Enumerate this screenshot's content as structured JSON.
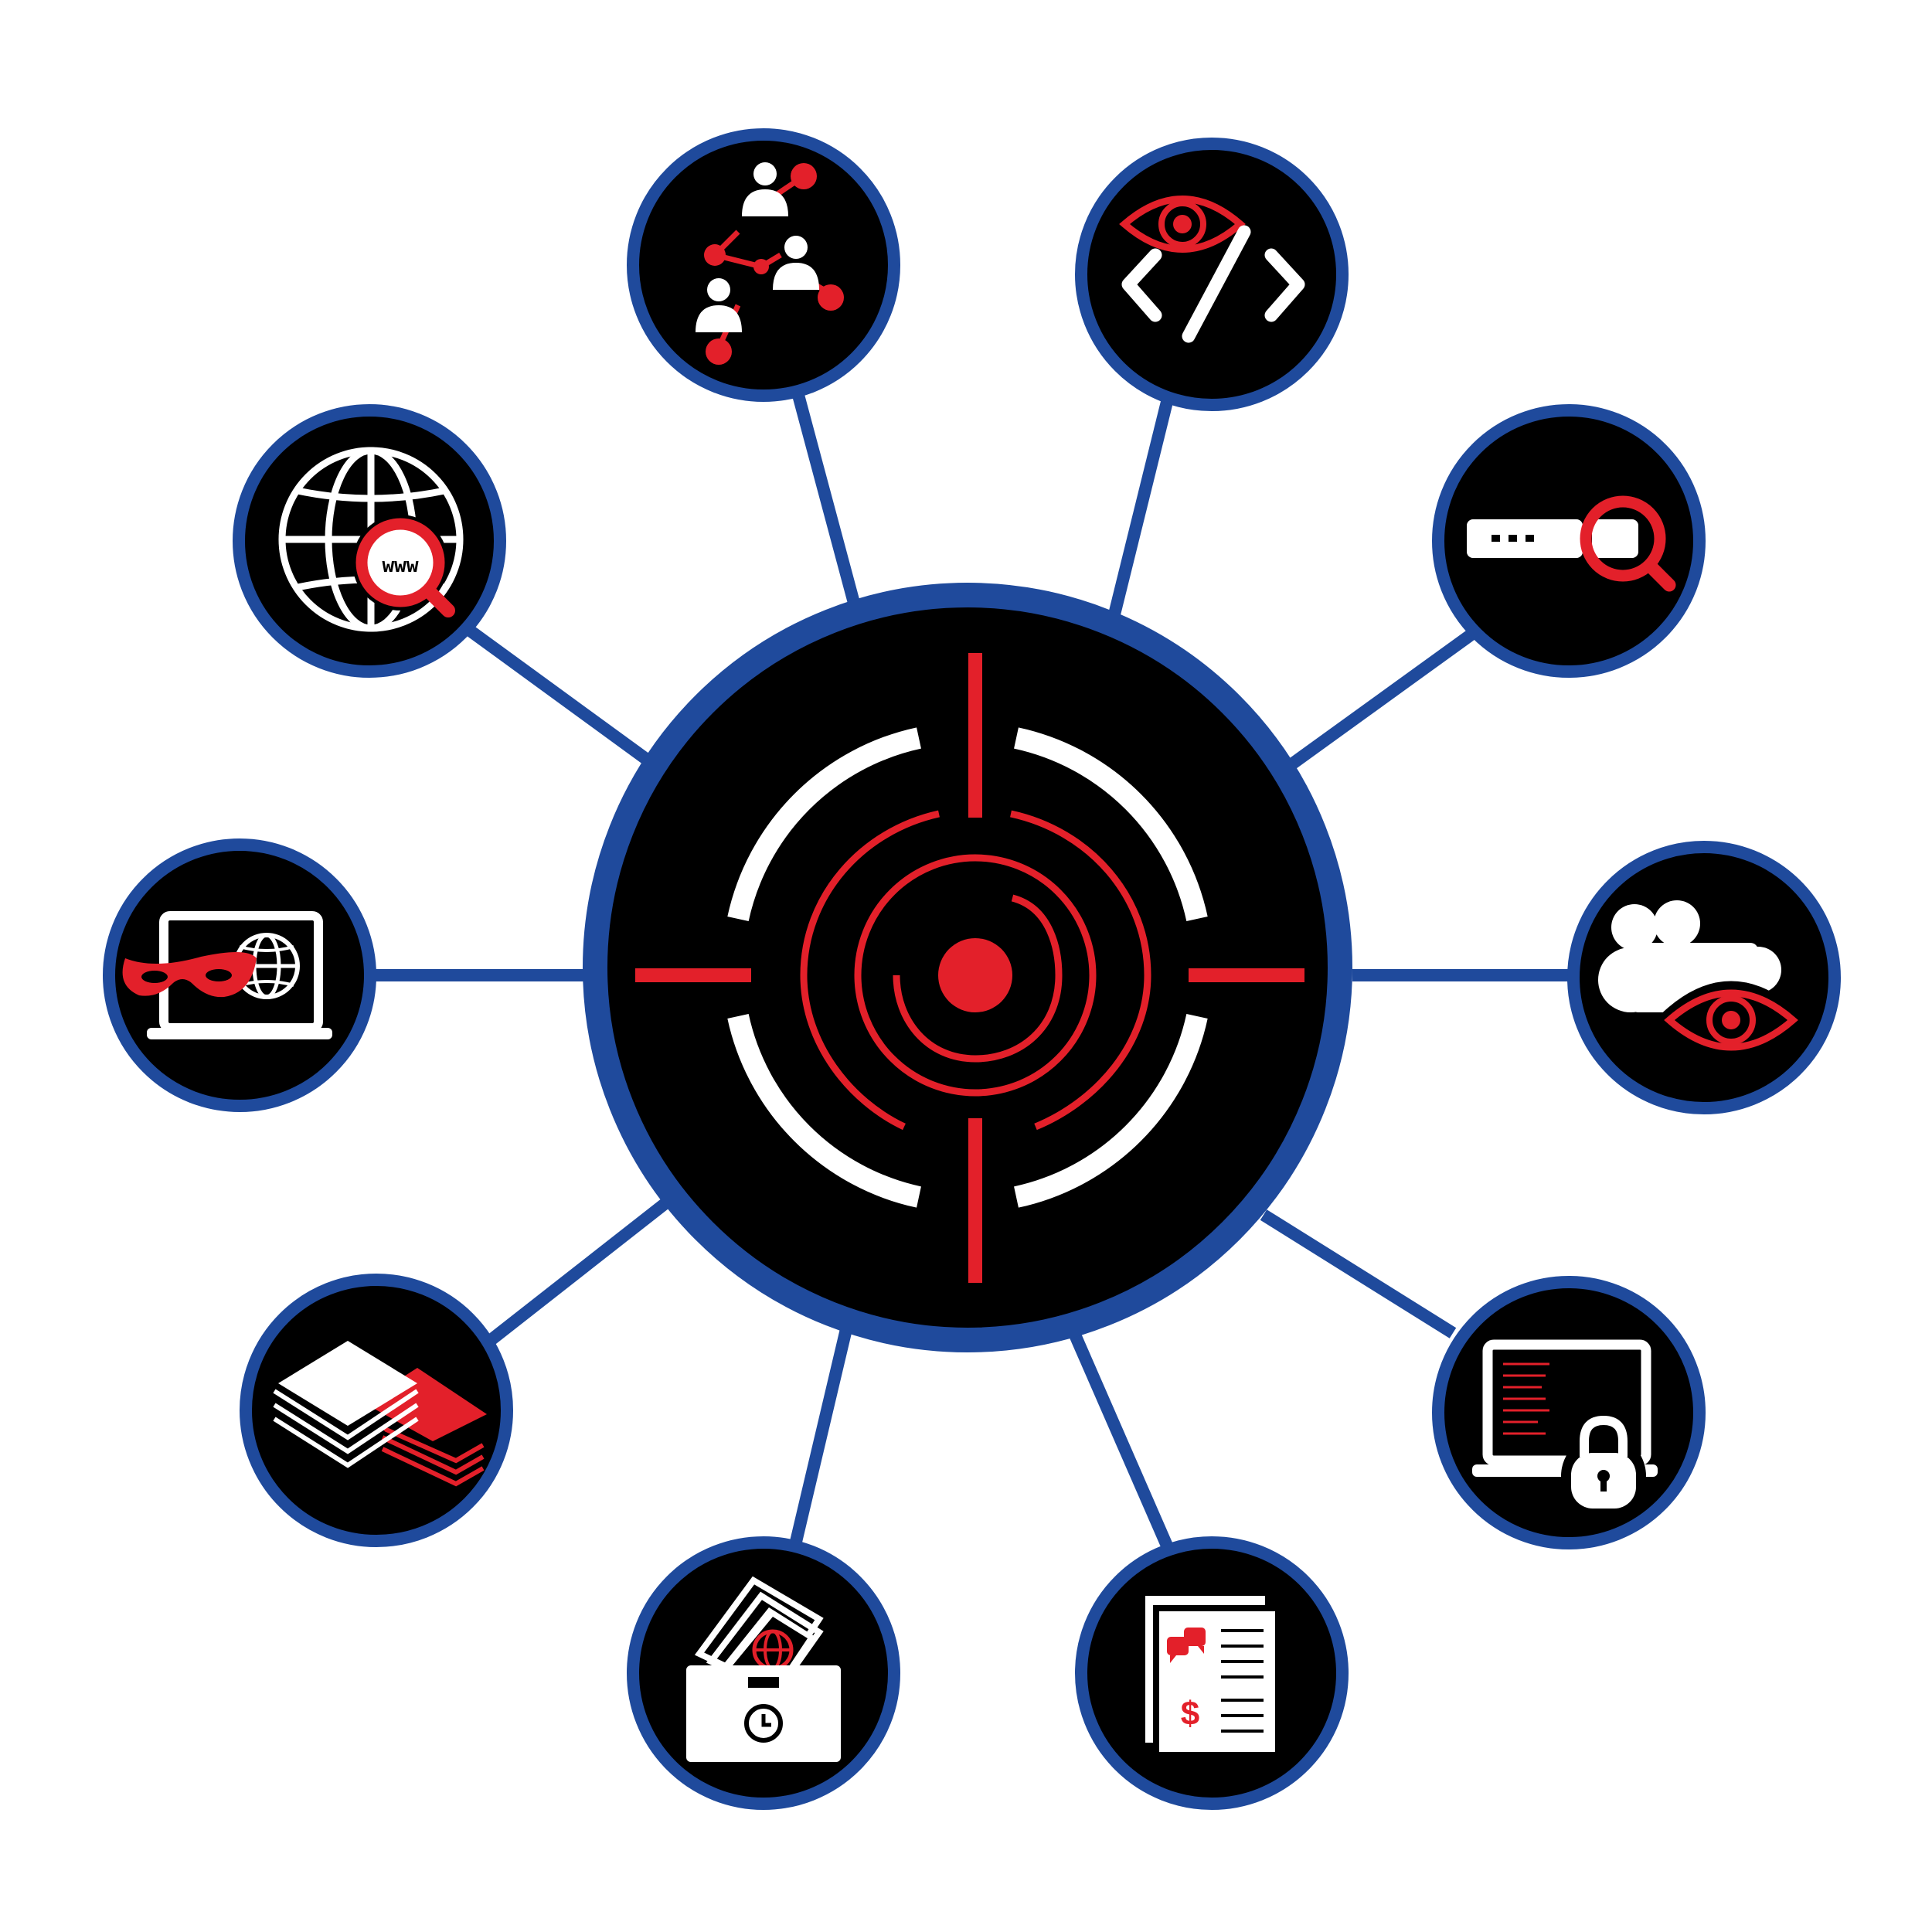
{
  "colors": {
    "ring": "#1f4a9c",
    "fill": "#000000",
    "accent": "#e3202a",
    "icon": "#ffffff",
    "background": "#ffffff"
  },
  "hub": {
    "icon": "target-crosshair-icon"
  },
  "nodes": [
    {
      "id": "social-network",
      "icon": "social-network-users-icon"
    },
    {
      "id": "code-monitoring",
      "icon": "eye-code-icon"
    },
    {
      "id": "password-search",
      "icon": "password-search-icon"
    },
    {
      "id": "cloud-monitoring",
      "icon": "cloud-eye-icon"
    },
    {
      "id": "secure-laptop",
      "icon": "laptop-lock-icon"
    },
    {
      "id": "financial-report",
      "icon": "document-chat-dollar-icon"
    },
    {
      "id": "briefcase-docs",
      "icon": "briefcase-globe-clock-icon"
    },
    {
      "id": "data-layers",
      "icon": "stacked-layers-icon"
    },
    {
      "id": "masked-web",
      "icon": "laptop-mask-globe-icon"
    },
    {
      "id": "web-search",
      "icon": "globe-www-search-icon"
    }
  ],
  "labels": {
    "www": "www"
  }
}
